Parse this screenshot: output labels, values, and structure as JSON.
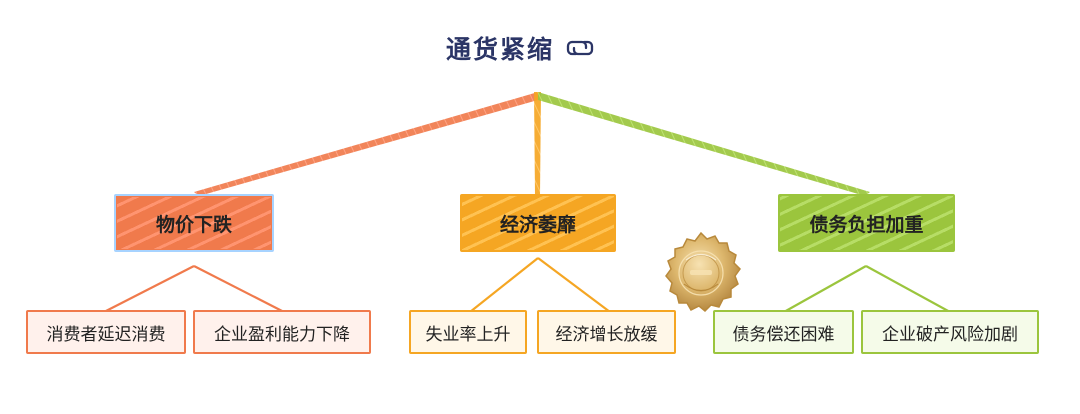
{
  "title": "通货紧缩",
  "icons": {
    "title_icon": "link-icon",
    "badge": "seal-badge"
  },
  "branches": [
    {
      "label": "物价下跌",
      "color": "#f07a4c",
      "children": [
        "消费者延迟消费",
        "企业盈利能力下降"
      ]
    },
    {
      "label": "经济萎靡",
      "color": "#f5a623",
      "children": [
        "失业率上升",
        "经济增长放缓"
      ]
    },
    {
      "label": "债务负担加重",
      "color": "#9bc53d",
      "children": [
        "债务偿还困难",
        "企业破产风险加剧"
      ]
    }
  ],
  "colors": {
    "title": "#2b3566",
    "orange_fill": "#f07a4c",
    "amber_fill": "#f5a623",
    "green_fill": "#9bc53d",
    "orange_child_bg": "#fff1ec",
    "amber_child_bg": "#fff7e8",
    "green_child_bg": "#f5fbe9",
    "selection_outline": "#a7d3ff",
    "badge_gold": "#d8b469"
  }
}
